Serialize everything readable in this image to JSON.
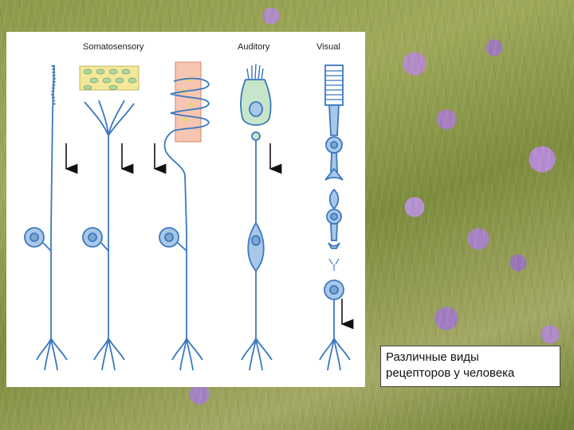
{
  "panel": {
    "headings": {
      "somatosensory": "Somatosensory",
      "auditory": "Auditory",
      "visual": "Visual"
    }
  },
  "caption": {
    "line1": "Различные виды",
    "line2": "рецепторов у человека"
  },
  "colors": {
    "neuron": "#3a78c0",
    "cell_fill": "#a9c8e8",
    "hair_cell_fill": "#c7e6c9",
    "skin_cell_fill": "#f3e89a",
    "vessel_fill": "#f6c6b2"
  },
  "icons": [
    "arrow-down-icon"
  ]
}
